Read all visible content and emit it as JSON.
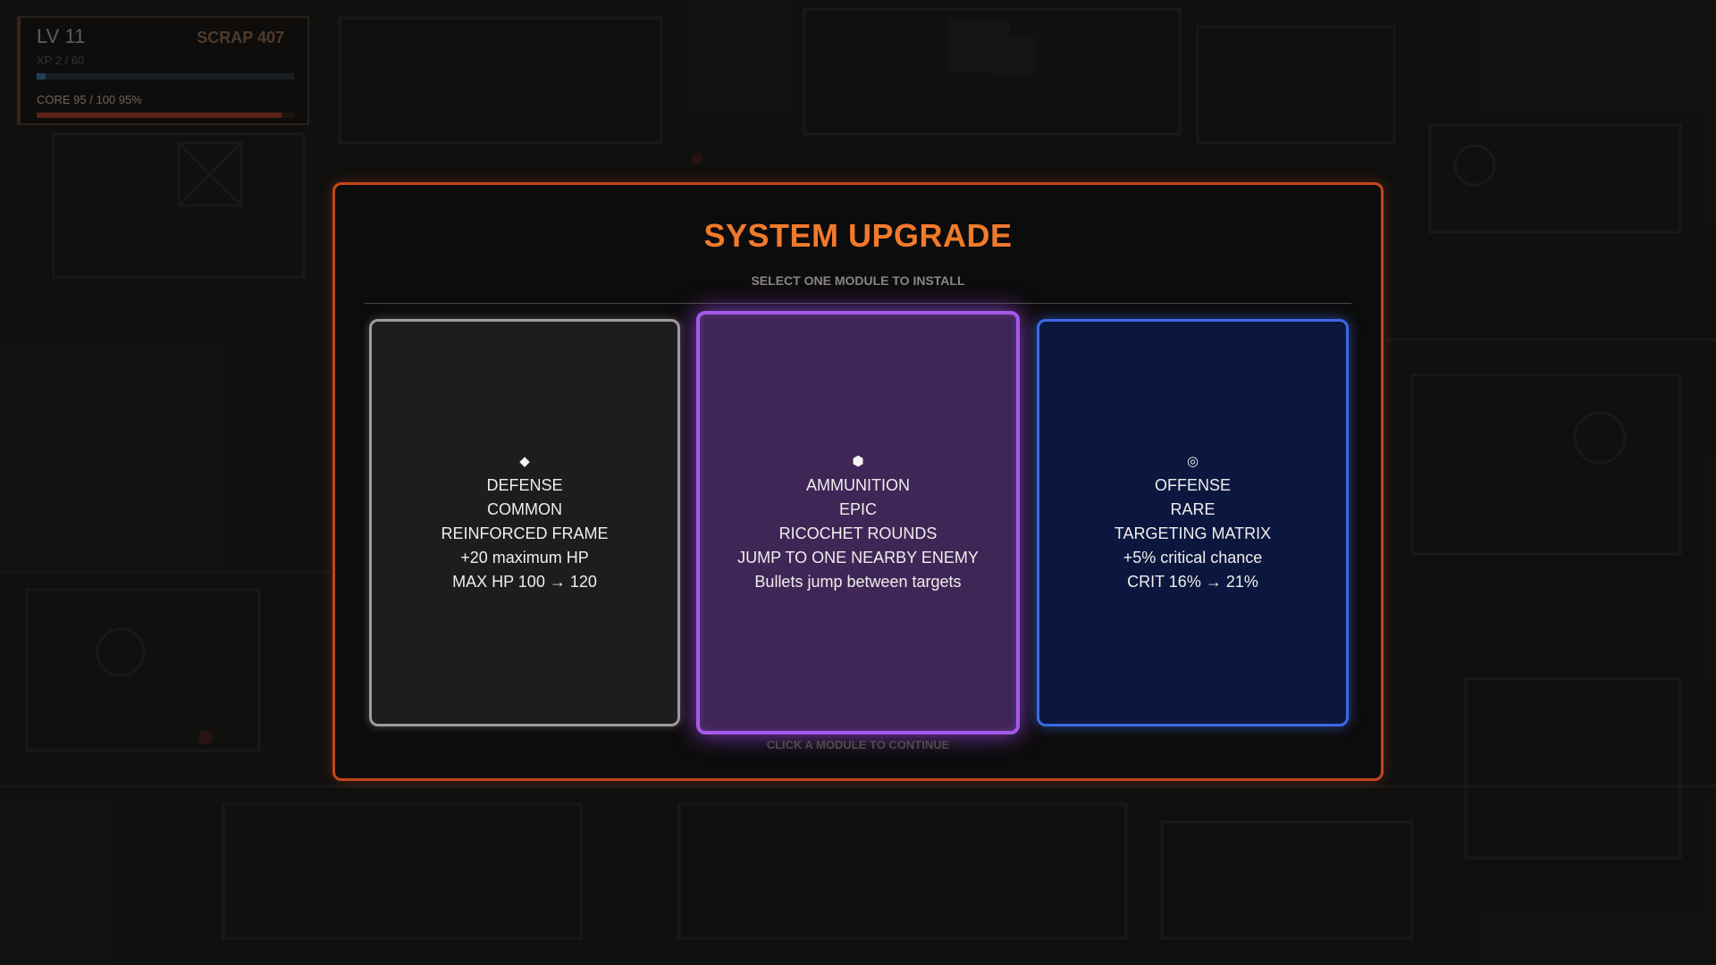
{
  "hud": {
    "level": "LV 11",
    "scrap": "SCRAP 407",
    "xp_text": "XP 2 / 60",
    "xp_progress": 0.033,
    "core_text": "CORE 95 / 100   95%",
    "core_progress": 0.95
  },
  "panel": {
    "title": "SYSTEM UPGRADE",
    "subtitle": "SELECT ONE MODULE TO INSTALL",
    "footer": "CLICK A MODULE TO CONTINUE"
  },
  "cards": [
    {
      "icon": "◆",
      "icon_name": "diamond-icon",
      "category": "DEFENSE",
      "rarity": "COMMON",
      "name": "REINFORCED FRAME",
      "line1": "+20 maximum HP",
      "line2": "MAX HP  100  →  120",
      "rarity_color": "#9c9c9c"
    },
    {
      "icon": "⬢",
      "icon_name": "hexagon-icon",
      "category": "AMMUNITION",
      "rarity": "EPIC",
      "name": "RICOCHET ROUNDS",
      "line1": "JUMP TO ONE NEARBY ENEMY",
      "line2": "Bullets jump between targets",
      "rarity_color": "#a35ae8"
    },
    {
      "icon": "◎",
      "icon_name": "target-icon",
      "category": "OFFENSE",
      "rarity": "RARE",
      "name": "TARGETING MATRIX",
      "line1": "+5% critical chance",
      "line2": "CRIT  16%  →  21%",
      "rarity_color": "#3d69e6"
    }
  ],
  "colors": {
    "accent": "#f07a2a",
    "panel_border": "#c4461c"
  }
}
